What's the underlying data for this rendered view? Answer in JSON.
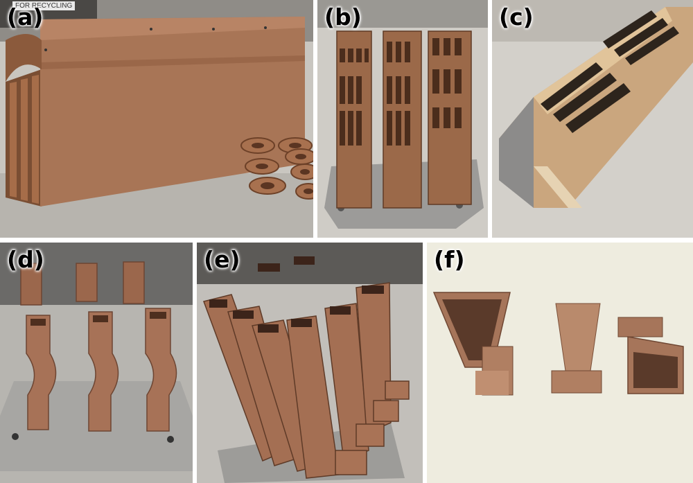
{
  "panels": {
    "a": {
      "label": "(a)",
      "sticker": "FOR RECYCLING"
    },
    "b": {
      "label": "(b)"
    },
    "c": {
      "label": "(c)"
    },
    "d": {
      "label": "(d)"
    },
    "e": {
      "label": "(e)"
    },
    "f": {
      "label": "(f)"
    }
  }
}
